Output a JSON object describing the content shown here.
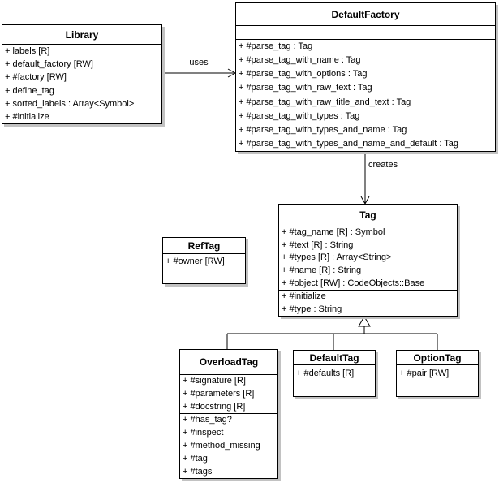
{
  "diagram_type": "uml-class-diagram",
  "colors": {
    "background": "#ffffff",
    "box_fill": "#ffffff",
    "border": "#000000",
    "shadow": "#c2c2c2",
    "text": "#000000"
  },
  "classes": {
    "library": {
      "name": "Library",
      "attributes": [
        "+ labels [R]",
        "+ default_factory [RW]",
        "+ #factory [RW]"
      ],
      "methods": [
        "+ define_tag",
        "+ sorted_labels : Array<Symbol>",
        "+ #initialize"
      ]
    },
    "default_factory": {
      "name": "DefaultFactory",
      "attributes": [],
      "methods": [
        "+ #parse_tag : Tag",
        "+ #parse_tag_with_name : Tag",
        "+ #parse_tag_with_options : Tag",
        "+ #parse_tag_with_raw_text : Tag",
        "+ #parse_tag_with_raw_title_and_text : Tag",
        "+ #parse_tag_with_types : Tag",
        "+ #parse_tag_with_types_and_name : Tag",
        "+ #parse_tag_with_types_and_name_and_default : Tag"
      ]
    },
    "ref_tag": {
      "name": "RefTag",
      "attributes": [
        "+ #owner [RW]"
      ],
      "methods": []
    },
    "tag": {
      "name": "Tag",
      "attributes": [
        "+ #tag_name [R] : Symbol",
        "+ #text [R] : String",
        "+ #types [R] : Array<String>",
        "+ #name [R] : String",
        "+ #object [RW] : CodeObjects::Base"
      ],
      "methods": [
        "+ #initialize",
        "+ #type : String"
      ]
    },
    "overload_tag": {
      "name": "OverloadTag",
      "attributes": [
        "+ #signature [R]",
        "+ #parameters [R]",
        "+ #docstring [R]"
      ],
      "methods": [
        "+ #has_tag?",
        "+ #inspect",
        "+ #method_missing",
        "+ #tag",
        "+ #tags"
      ]
    },
    "default_tag": {
      "name": "DefaultTag",
      "attributes": [
        "+ #defaults [R]"
      ],
      "methods": []
    },
    "option_tag": {
      "name": "OptionTag",
      "attributes": [
        "+ #pair [RW]"
      ],
      "methods": []
    }
  },
  "relations": {
    "uses": {
      "label": "uses"
    },
    "creates": {
      "label": "creates"
    },
    "generalization": {
      "parent": "Tag",
      "children": [
        "OverloadTag",
        "DefaultTag",
        "OptionTag"
      ]
    }
  }
}
